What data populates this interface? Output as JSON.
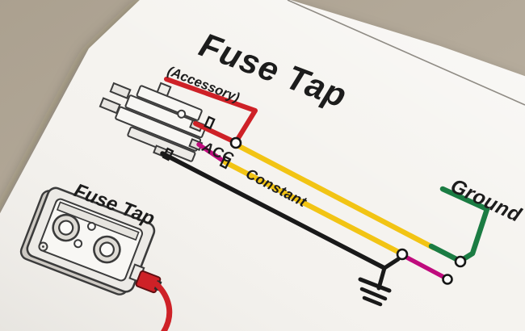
{
  "scene": {
    "desk_color": "#b1a796",
    "paper_color": "#f5f3ef",
    "sheet_edge_line_color": "#8f8b84"
  },
  "diagram": {
    "title": "Fuse Tap",
    "device_label": "Fuse Tap",
    "labels": {
      "accessory": "(Accessory)",
      "acc": "ACC",
      "constant": "Constant",
      "ground": "Ground"
    },
    "colors": {
      "red": "#ce2127",
      "magenta": "#bf0b7d",
      "yellow": "#f2c414",
      "green": "#1b7c43",
      "black": "#191919",
      "line_art": "#3b3b3b",
      "text": "#1c1c1c"
    }
  }
}
